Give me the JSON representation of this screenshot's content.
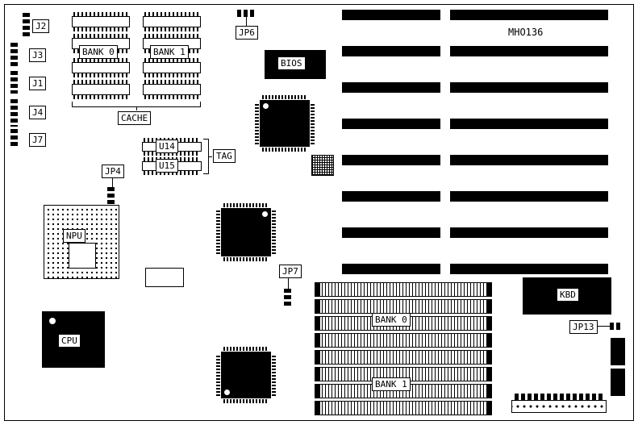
{
  "board": {
    "model": "MHO136"
  },
  "connectors": {
    "j2": "J2",
    "j3": "J3",
    "j1": "J1",
    "j4": "J4",
    "j7": "J7",
    "jp4": "JP4",
    "jp6": "JP6",
    "jp7": "JP7",
    "jp13": "JP13",
    "kbd": "KBD"
  },
  "cache": {
    "bank0": "BANK 0",
    "bank1": "BANK 1",
    "label": "CACHE",
    "u14": "U14",
    "u15": "U15",
    "tag": "TAG"
  },
  "chips": {
    "bios": "BIOS",
    "npu": "NPU",
    "cpu": "CPU"
  },
  "memory": {
    "bank0": "BANK 0",
    "bank1": "BANK 1"
  }
}
